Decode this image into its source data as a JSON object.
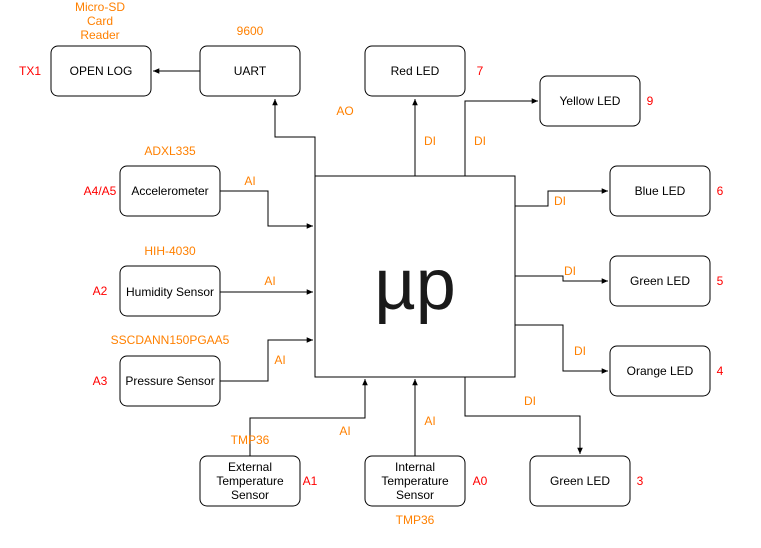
{
  "colors": {
    "signal": "#ff8000",
    "pin": "#ff0000",
    "stroke": "#000000"
  },
  "mcu": {
    "label": "µp"
  },
  "blocks": {
    "open_log": "OPEN LOG",
    "uart": "UART",
    "red_led": "Red LED",
    "yellow_led": "Yellow LED",
    "accelerometer": "Accelerometer",
    "blue_led": "Blue LED",
    "humidity_sensor": "Humidity Sensor",
    "green_led_5": "Green LED",
    "pressure_sensor": "Pressure Sensor",
    "orange_led": "Orange LED",
    "external_temp": [
      "External",
      "Temperature",
      "Sensor"
    ],
    "internal_temp": [
      "Internal",
      "Temperature",
      "Sensor"
    ],
    "green_led_3": "Green LED"
  },
  "parts": {
    "micro_sd": [
      "Micro-SD",
      "Card",
      "Reader"
    ],
    "baud": "9600",
    "adxl": "ADXL335",
    "hih": "HIH-4030",
    "sscdann": "SSCDANN150PGAA5",
    "tmp36_ext": "TMP36",
    "tmp36_int": "TMP36"
  },
  "signals": {
    "ao": "AO",
    "di_red": "DI",
    "di_yellow": "DI",
    "ai_accel": "AI",
    "di_blue": "DI",
    "ai_humidity": "AI",
    "di_green5": "DI",
    "ai_pressure": "AI",
    "di_orange": "DI",
    "di_green3": "DI",
    "ai_ext_temp": "AI",
    "ai_int_temp": "AI"
  },
  "pins": {
    "tx1": "TX1",
    "red": "7",
    "yellow": "9",
    "accel": "A4/A5",
    "blue": "6",
    "humidity": "A2",
    "green5": "5",
    "pressure": "A3",
    "orange": "4",
    "ext_temp": "A1",
    "int_temp": "A0",
    "green3": "3"
  }
}
